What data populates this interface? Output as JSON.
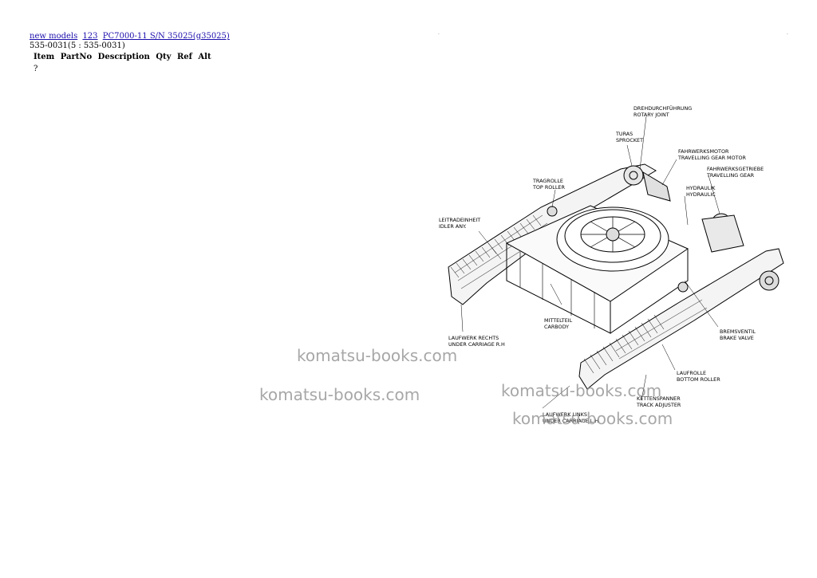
{
  "breadcrumb": {
    "links": [
      "new models",
      "123",
      "PC7000-11 S/N 35025(g35025)"
    ]
  },
  "part_code": "535-0031(5 : 535-0031)",
  "table": {
    "headers": [
      "Item",
      "PartNo",
      "Description",
      "Qty",
      "Ref",
      "Alt"
    ],
    "rows": [
      [
        "?"
      ]
    ]
  },
  "diagram": {
    "labels": [
      [
        "DREHDURCHFÜHRUNG",
        "ROTARY JOINT"
      ],
      [
        "TURAS",
        "SPROCKET"
      ],
      [
        "FAHRWERKSMOTOR",
        "TRAVELLING GEAR MOTOR"
      ],
      [
        "FAHRWERKSGETRIEBE",
        "TRAVELLING GEAR"
      ],
      [
        "TRAGROLLE",
        "TOP ROLLER"
      ],
      [
        "HYDRAULIK",
        "HYDRAULIC"
      ],
      [
        "LEITRADEINHEIT",
        "IDLER ANY."
      ],
      [
        "MITTELTEIL",
        "CARBODY"
      ],
      [
        "BREMSVENTIL",
        "BRAKE VALVE"
      ],
      [
        "LAUFWERK RECHTS",
        "UNDER CARRIAGE R.H"
      ],
      [
        "LAUFROLLE",
        "BOTTOM ROLLER"
      ],
      [
        "KETTENSPANNER",
        "TRACK ADJUSTER"
      ],
      [
        "LAUFWERK LINKS",
        "UNDER CARRIAGE L.H"
      ]
    ]
  },
  "watermark": "komatsu-books.com",
  "colors": {
    "link": "#1a0dab",
    "watermark": "#8f8f8f"
  }
}
